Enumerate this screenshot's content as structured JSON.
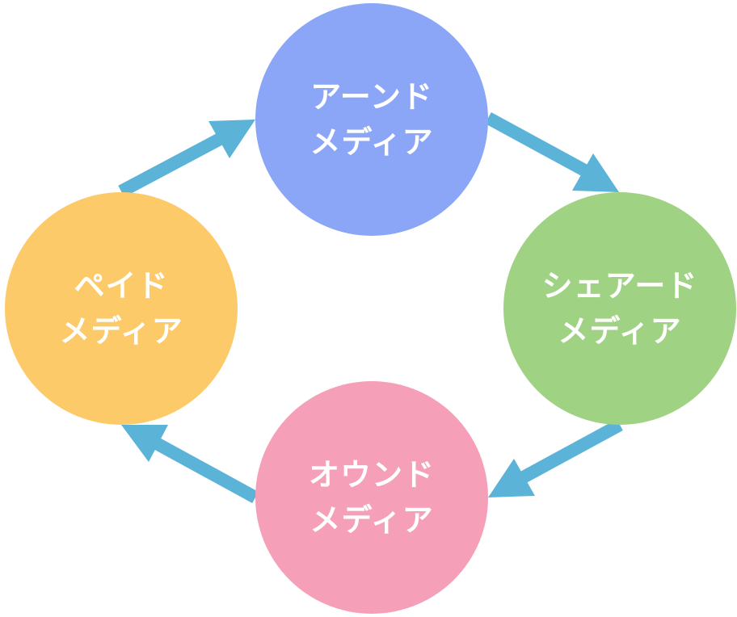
{
  "diagram": {
    "colors": {
      "arrow": "#5bb3d7",
      "text": "#ffffff"
    },
    "nodes": [
      {
        "id": "earned",
        "label": "アーンド\nメディア",
        "color": "#8ba6f7"
      },
      {
        "id": "shared",
        "label": "シェアード\nメディア",
        "color": "#9fd283"
      },
      {
        "id": "owned",
        "label": "オウンド\nメディア",
        "color": "#f5a0b8"
      },
      {
        "id": "paid",
        "label": "ペイド\nメディア",
        "color": "#fdca6a"
      }
    ],
    "edges": [
      {
        "from": "paid",
        "to": "earned"
      },
      {
        "from": "earned",
        "to": "shared"
      },
      {
        "from": "shared",
        "to": "owned"
      },
      {
        "from": "owned",
        "to": "paid"
      }
    ]
  }
}
